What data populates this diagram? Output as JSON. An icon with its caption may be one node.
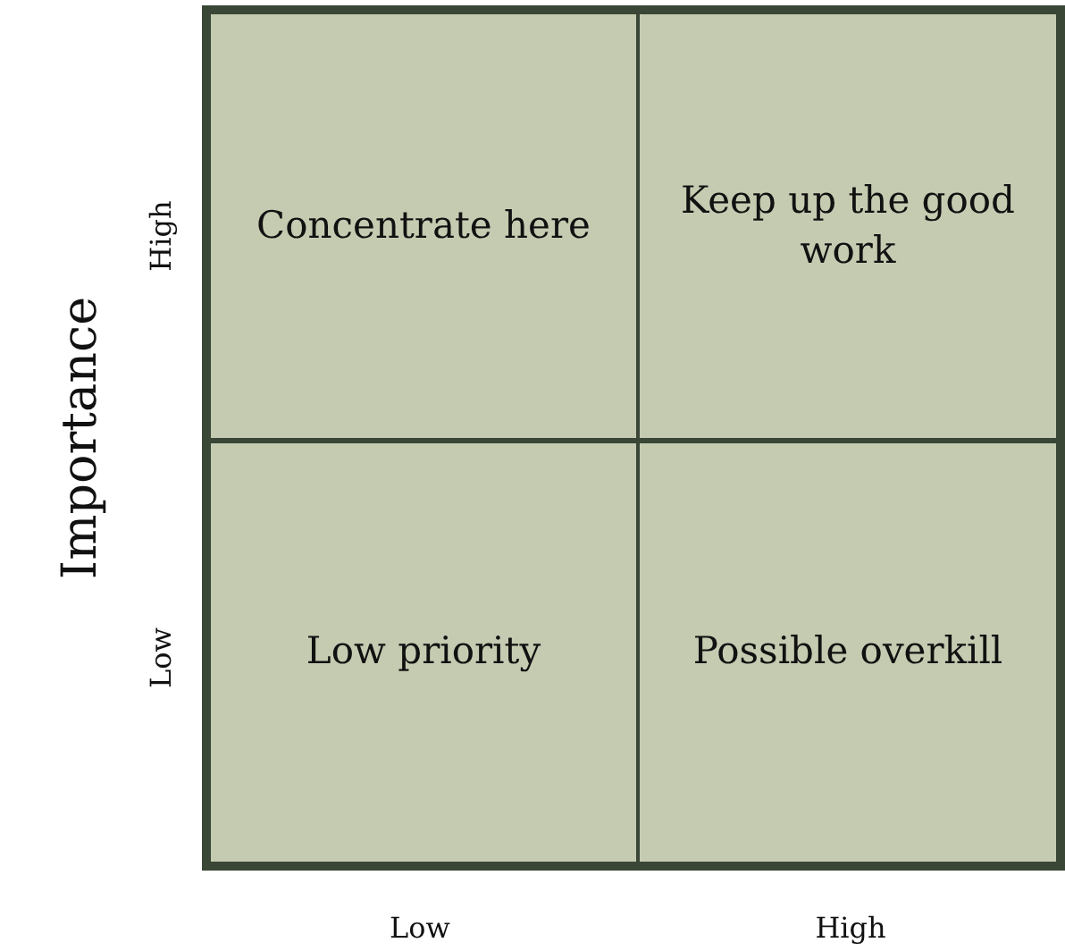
{
  "diagram": {
    "nodes": [
      {
        "text": [
          "Concentrate here"
        ]
      },
      {
        "text": [
          "Keep up the good work"
        ]
      },
      {
        "text": [
          "Low priority"
        ]
      },
      {
        "text": [
          "Possible overkill"
        ]
      }
    ],
    "labels": [
      "Importance",
      "High",
      "Low",
      "Low",
      "High"
    ]
  }
}
